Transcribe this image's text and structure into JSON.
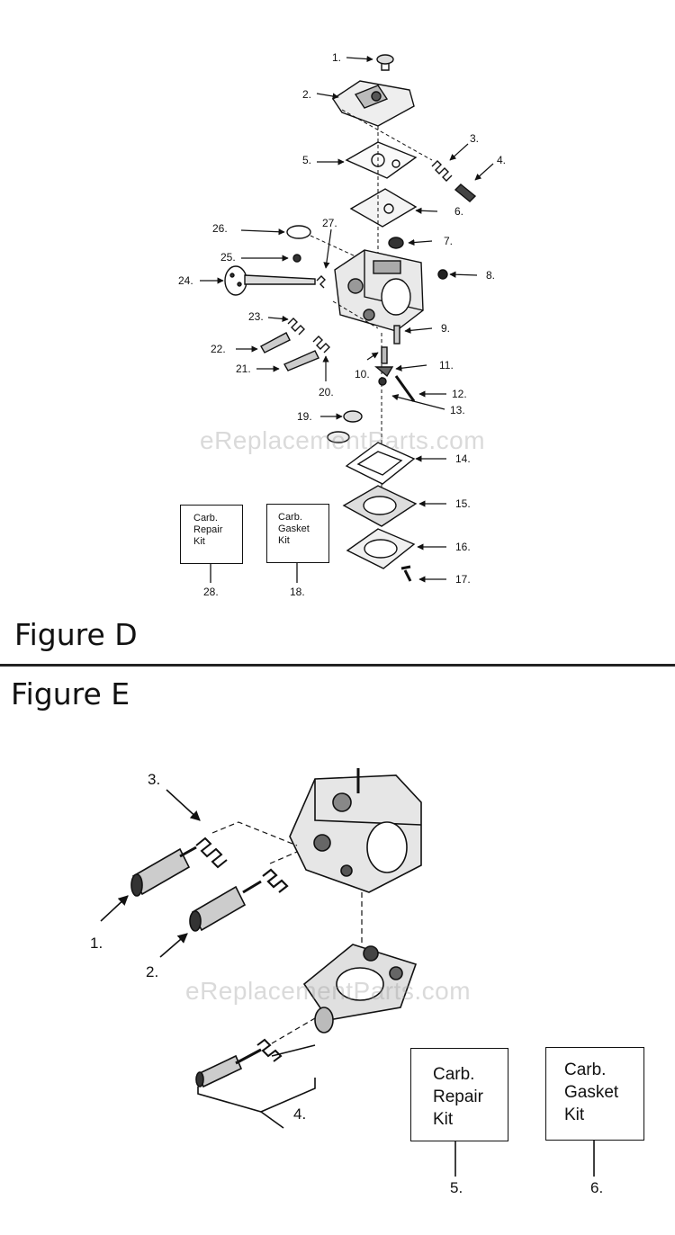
{
  "figure_d": {
    "title": "Figure D",
    "callouts": [
      "1.",
      "2.",
      "3.",
      "4.",
      "5.",
      "6.",
      "7.",
      "8.",
      "9.",
      "10.",
      "11.",
      "12.",
      "13.",
      "14.",
      "15.",
      "16.",
      "17.",
      "18.",
      "19.",
      "20.",
      "21.",
      "22.",
      "23.",
      "24.",
      "25.",
      "26.",
      "27.",
      "28."
    ],
    "kits": [
      {
        "lines": [
          "Carb.",
          "Repair",
          "Kit"
        ],
        "number": "28."
      },
      {
        "lines": [
          "Carb.",
          "Gasket",
          "Kit"
        ],
        "number": "18."
      }
    ]
  },
  "figure_e": {
    "title": "Figure E",
    "callouts": [
      "1.",
      "2.",
      "3.",
      "4."
    ],
    "kits": [
      {
        "lines": [
          "Carb.",
          "Repair",
          "Kit"
        ],
        "number": "5."
      },
      {
        "lines": [
          "Carb.",
          "Gasket",
          "Kit"
        ],
        "number": "6."
      }
    ]
  },
  "watermark": "eReplacementParts.com"
}
